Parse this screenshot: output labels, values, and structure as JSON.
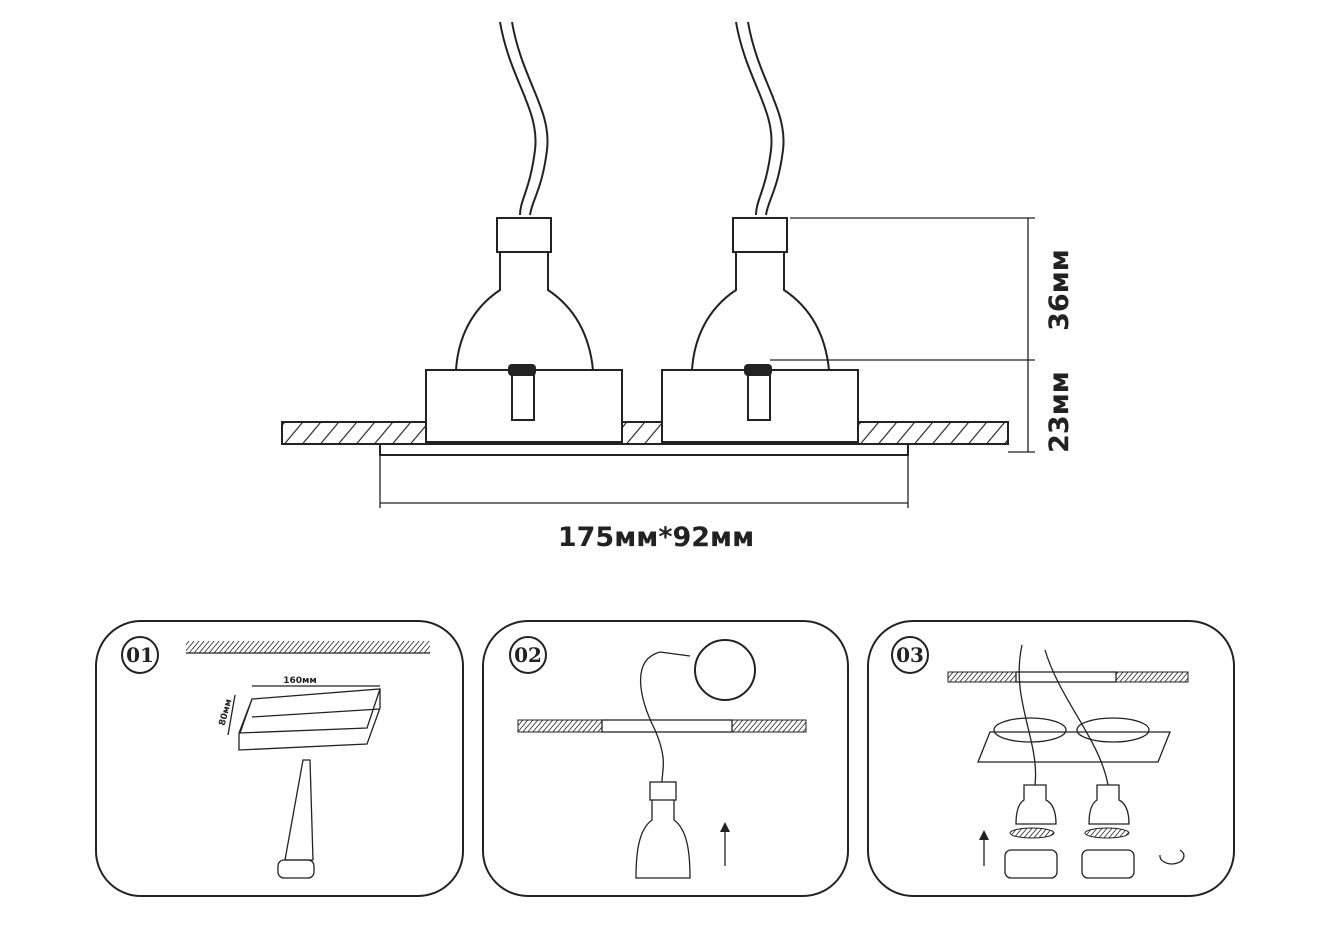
{
  "main": {
    "height_top": "36мм",
    "height_bottom": "23мм",
    "cutout_size": "175мм*92мм"
  },
  "steps": [
    {
      "number": "01",
      "width_label": "160мм",
      "depth_label": "80мм"
    },
    {
      "number": "02"
    },
    {
      "number": "03"
    }
  ]
}
